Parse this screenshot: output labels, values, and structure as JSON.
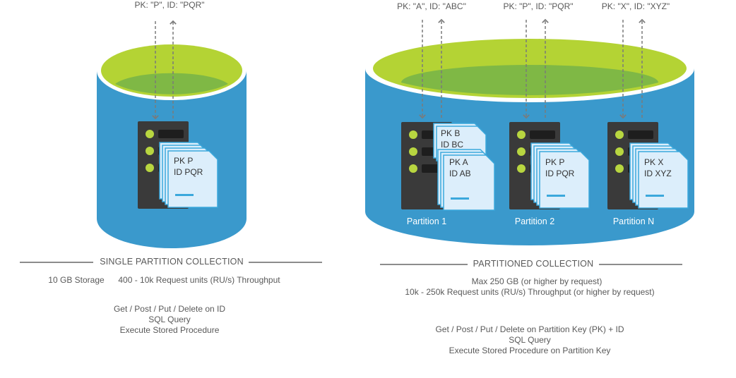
{
  "single": {
    "request": "PK: \"P\", ID: \"PQR\"",
    "doc_line1": "PK P",
    "doc_line2": "ID PQR",
    "title": "SINGLE PARTITION COLLECTION",
    "storage": "10 GB Storage",
    "throughput": "400 - 10k Request units (RU/s) Throughput",
    "ops": [
      "Get / Post / Put / Delete on ID",
      "SQL Query",
      "Execute Stored Procedure"
    ]
  },
  "partitioned": {
    "title": "PARTITIONED COLLECTION",
    "storage": "Max 250 GB  (or higher by request)",
    "throughput": "10k - 250k Request units (RU/s) Throughput (or higher by request)",
    "ops": [
      "Get / Post / Put / Delete on Partition Key (PK) + ID",
      "SQL Query",
      "Execute Stored Procedure on Partition Key"
    ],
    "partitions": [
      {
        "request": "PK: \"A\", ID: \"ABC\"",
        "label": "Partition 1",
        "docs": [
          {
            "line1": "PK B",
            "line2": "ID BC"
          },
          {
            "line1": "PK A",
            "line2": "ID AB"
          }
        ]
      },
      {
        "request": "PK: \"P\", ID: \"PQR\"",
        "label": "Partition 2",
        "docs": [
          {
            "line1": "PK P",
            "line2": "ID PQR"
          }
        ]
      },
      {
        "request": "PK: \"X\", ID: \"XYZ\"",
        "label": "Partition N",
        "docs": [
          {
            "line1": "PK X",
            "line2": "ID XYZ"
          }
        ]
      }
    ]
  },
  "colors": {
    "cylinder_body": "#3a99cc",
    "cylinder_top": "#b4d334",
    "cylinder_top_inner": "#7fb845",
    "server": "#3a3a3a",
    "server_led": "#b8d640",
    "document": "#dceefb",
    "document_bar": "#3ba8dc",
    "arrow": "#7a7a7a"
  }
}
